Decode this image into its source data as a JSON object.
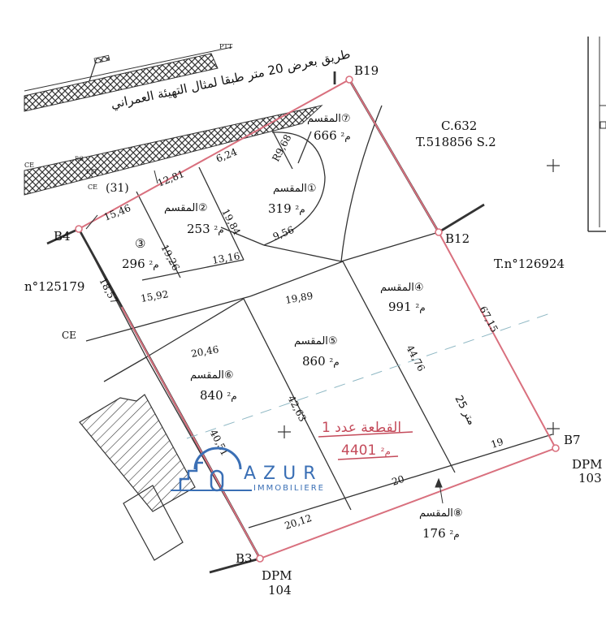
{
  "road": {
    "label": "طريق بعرض 20 متر طبقا لمثال التهيئة العمراني",
    "ptt_top": "PTT",
    "ptt_left": "PTT",
    "rg": "RG",
    "ce_left": "CE"
  },
  "corners": {
    "b19": "B19",
    "b12": "B12",
    "b4": "B4",
    "b7": "B7",
    "b3": "B3",
    "ce": "CE"
  },
  "neighbors": {
    "c632": "C.632",
    "title": "T.518856 S.2",
    "tn_right": "T.n°126924",
    "tn_left": "n°125179",
    "dpm103": "DPM",
    "dpm103_num": "103",
    "dpm104": "DPM",
    "dpm104_num": "104"
  },
  "lots": [
    {
      "id": "lot1",
      "label": "المقسم",
      "num": "①",
      "area": "319",
      "unit": "م²"
    },
    {
      "id": "lot2",
      "label": "المقسم",
      "num": "②",
      "area": "253",
      "unit": "م²"
    },
    {
      "id": "lot3",
      "label": "③",
      "area": "296",
      "unit": "م²"
    },
    {
      "id": "lot4",
      "label": "المقسم",
      "num": "④",
      "area": "991",
      "unit": "م²"
    },
    {
      "id": "lot5",
      "label": "المقسم",
      "num": "⑤",
      "area": "860",
      "unit": "م²"
    },
    {
      "id": "lot6",
      "label": "المقسم",
      "num": "⑥",
      "area": "840",
      "unit": "م²"
    },
    {
      "id": "lot7",
      "label": "المقسم",
      "num": "⑦",
      "area": "666",
      "unit": "م²"
    },
    {
      "id": "lot8",
      "label": "المقسم",
      "num": "⑧",
      "area": "176",
      "unit": "م²"
    }
  ],
  "parcel": {
    "label": "القطعة عدد 1",
    "area": "4401",
    "unit": "م²"
  },
  "dims": {
    "d1546": "15,46",
    "d1281": "12,81",
    "d624": "6,24",
    "r968": "R9,68",
    "d1926": "19,26",
    "d1984": "19,84",
    "d1857": "18,57",
    "d1316": "13,16",
    "d956": "9,56",
    "d1592": "15,92",
    "d1989": "19,89",
    "d2046": "20,46",
    "d6715": "67,15",
    "d4476": "44,76",
    "d4263": "42,63",
    "d4051": "40,51",
    "d25": "25 متر",
    "d19": "19",
    "d20": "20",
    "d2012": "20,12",
    "c31": "(31)",
    "ce_small": "CE"
  },
  "logo": {
    "brand": "AZUR",
    "sub": "IMMOBILIERE"
  },
  "colors": {
    "boundary": "#d9707e",
    "lines": "#333333",
    "hatch": "#333333",
    "logo": "#3a6fb5",
    "dashed": "#8fb8c4"
  }
}
